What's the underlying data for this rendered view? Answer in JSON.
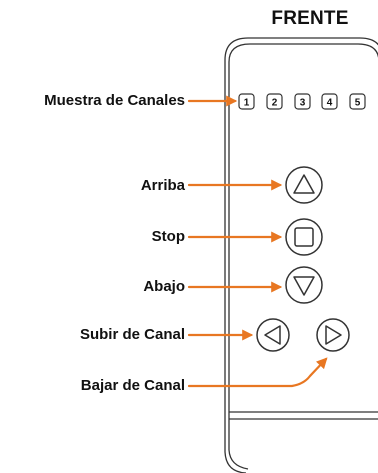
{
  "title": "FRENTE",
  "labels": {
    "channels": "Muestra de Canales",
    "up": "Arriba",
    "stop": "Stop",
    "down": "Abajo",
    "channel_up": "Subir de Canal",
    "channel_down": "Bajar de Canal"
  },
  "channel_numbers": [
    "1",
    "2",
    "3",
    "4",
    "5"
  ],
  "colors": {
    "arrow": "#e87722",
    "outline": "#333333",
    "text": "#111111"
  },
  "icons": {
    "up": "triangle-up-icon",
    "stop": "square-stop-icon",
    "down": "triangle-down-icon",
    "left": "triangle-left-icon",
    "right": "triangle-right-icon"
  }
}
